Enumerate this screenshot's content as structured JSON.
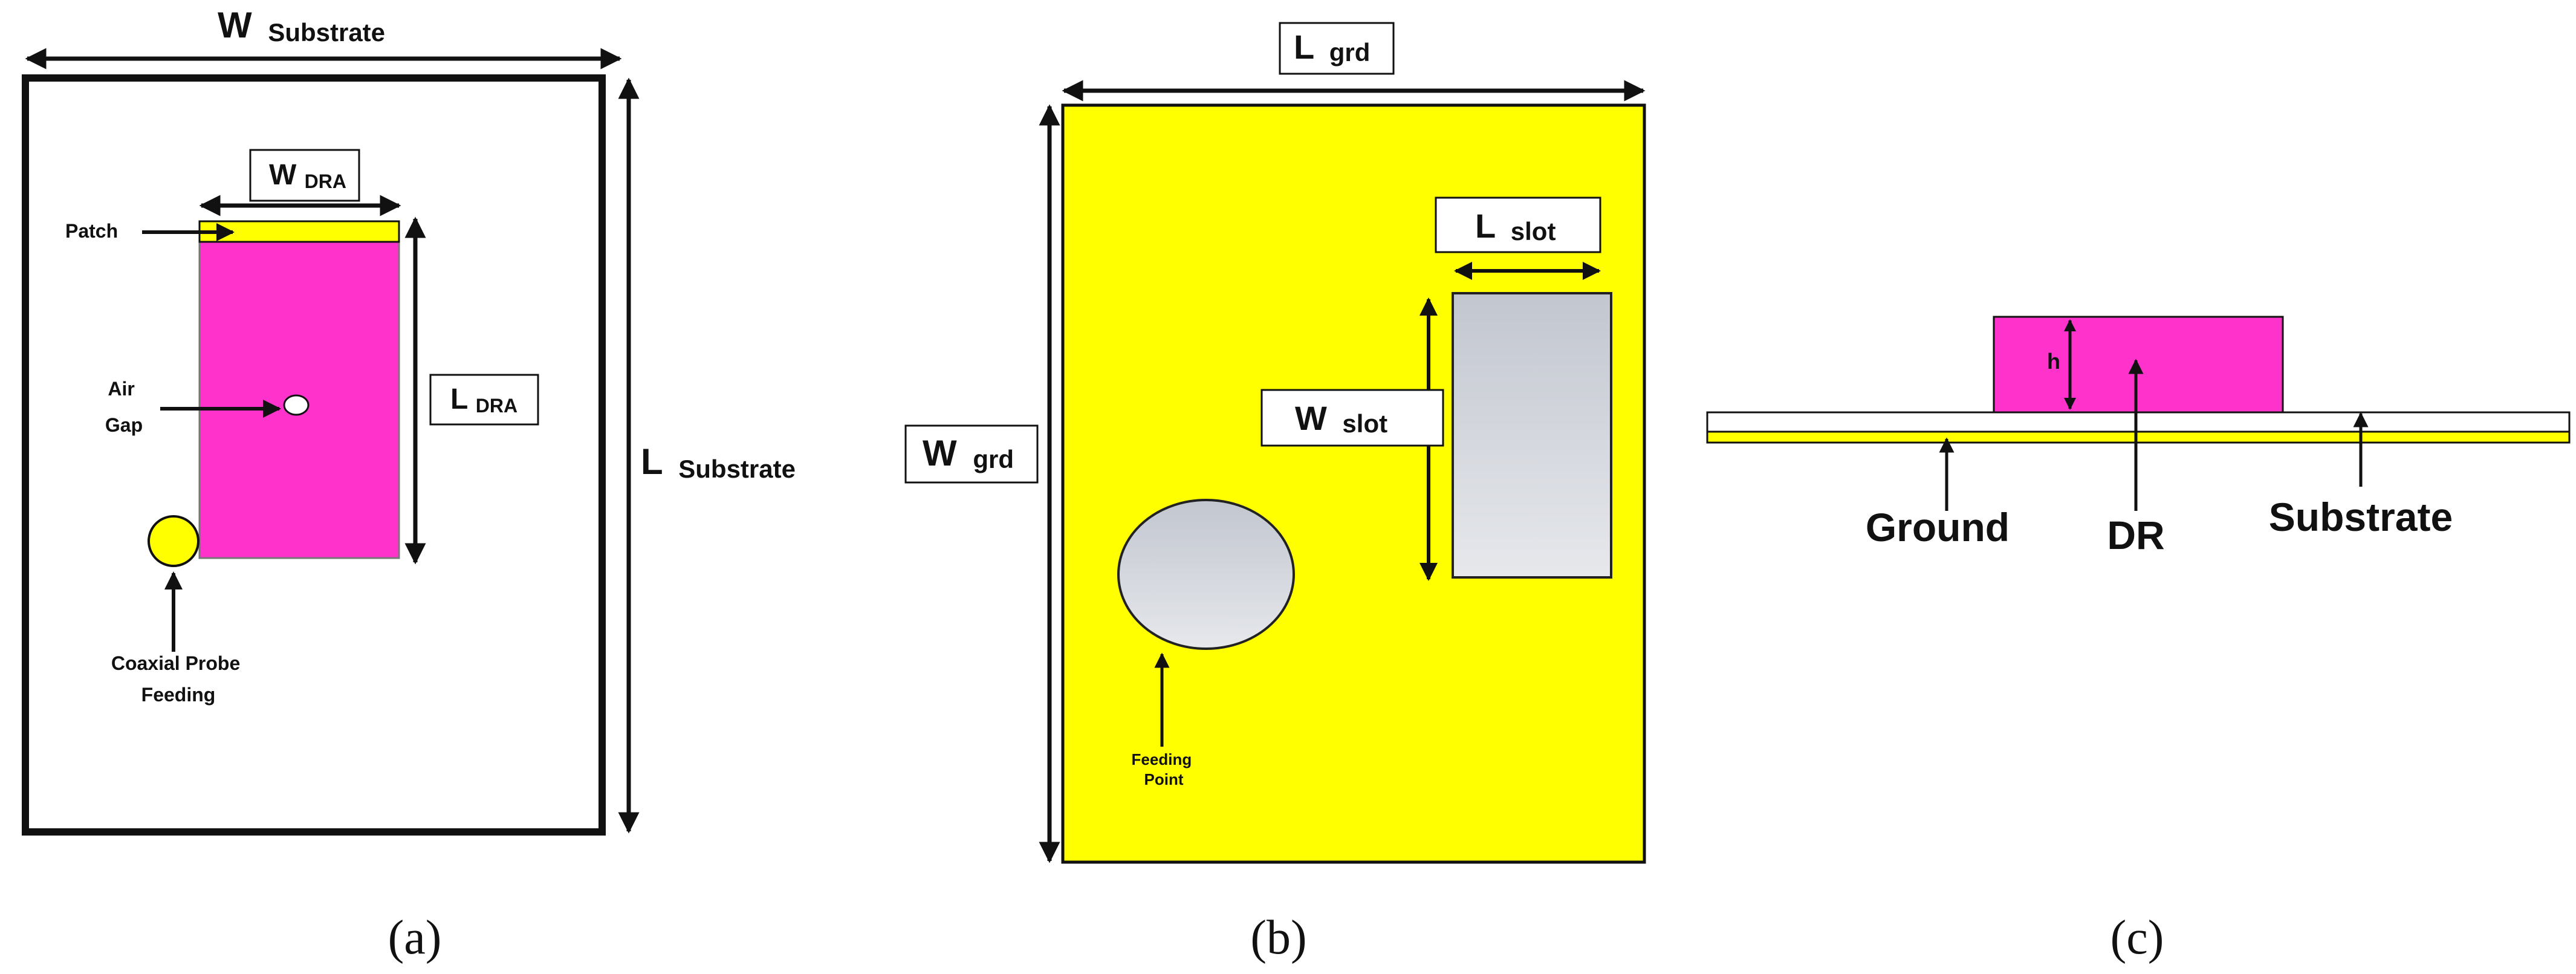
{
  "colors": {
    "dielectric": "#ff33cc",
    "metal": "#ffff00",
    "slot_fill": "#d3d6dc",
    "outline": "#111111",
    "background": "#ffffff"
  },
  "panel_a": {
    "caption": "(a)",
    "width_label": {
      "main": "W",
      "sub": "Substrate"
    },
    "length_label": {
      "main": "L",
      "sub": "Substrate"
    },
    "dra_width_label": {
      "main": "W",
      "sub": "DRA"
    },
    "dra_length_label": {
      "main": "L",
      "sub": "DRA"
    },
    "patch_label": "Patch",
    "air_gap_label": [
      "Air",
      "Gap"
    ],
    "probe_label": [
      "Coaxial Probe",
      "Feeding"
    ]
  },
  "panel_b": {
    "caption": "(b)",
    "ground_length_label": {
      "main": "L",
      "sub": "grd"
    },
    "ground_width_label": {
      "main": "W",
      "sub": "grd"
    },
    "slot_length_label": {
      "main": "L",
      "sub": "slot"
    },
    "slot_width_label": {
      "main": "W",
      "sub": "slot"
    },
    "feed_label": [
      "Feeding",
      "Point"
    ]
  },
  "panel_c": {
    "caption": "(c)",
    "height_label": "h",
    "ground_label": "Ground",
    "dr_label": "DR",
    "substrate_label": "Substrate"
  }
}
